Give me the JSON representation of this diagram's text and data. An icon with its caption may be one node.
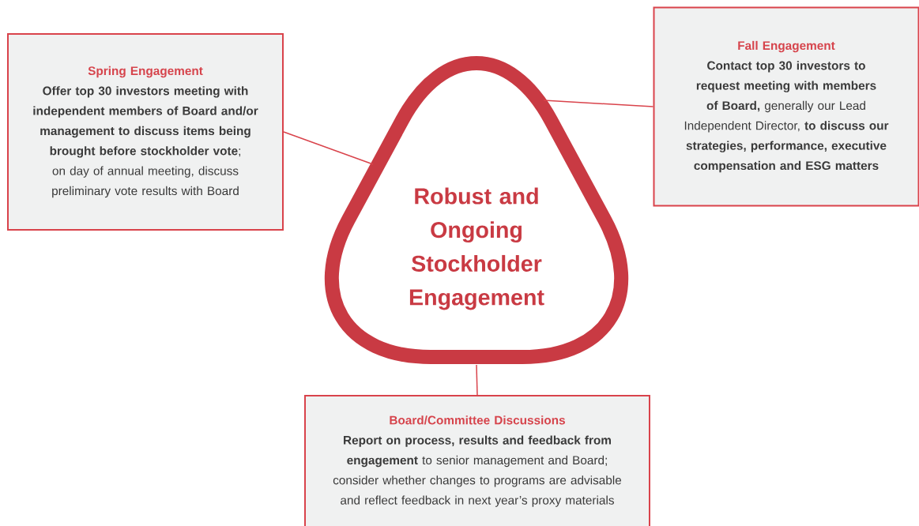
{
  "diagram": {
    "nodes": [
      {
        "text": [
          "Spring Engagement",
          "**Offer top 30 investors meeting with independent members of Board and/or management to discuss items being brought before stockholder vote**; on day of annual meeting, discuss preliminary vote results with Board"
        ]
      },
      {
        "text": [
          "Fall Engagement",
          "**Contact top 30 investors to request meeting with members of Board,** generally our Lead Independent Director, **to discuss our strategies, performance, executive compensation and ESG matters**"
        ]
      },
      {
        "text": [
          "Robust and Ongoing Stockholder Engagement"
        ]
      },
      {
        "text": [
          "Board/Committee Discussions",
          "**Report on process, results and feedback from engagement** to senior management and Board; consider whether changes to programs are advisable and reflect feedback in next year’s proxy materials"
        ]
      }
    ],
    "edges": [
      {
        "from": 0,
        "to": 2,
        "arrow": "none"
      },
      {
        "from": 1,
        "to": 2,
        "arrow": "none"
      },
      {
        "from": 2,
        "to": 3,
        "arrow": "none"
      }
    ]
  }
}
